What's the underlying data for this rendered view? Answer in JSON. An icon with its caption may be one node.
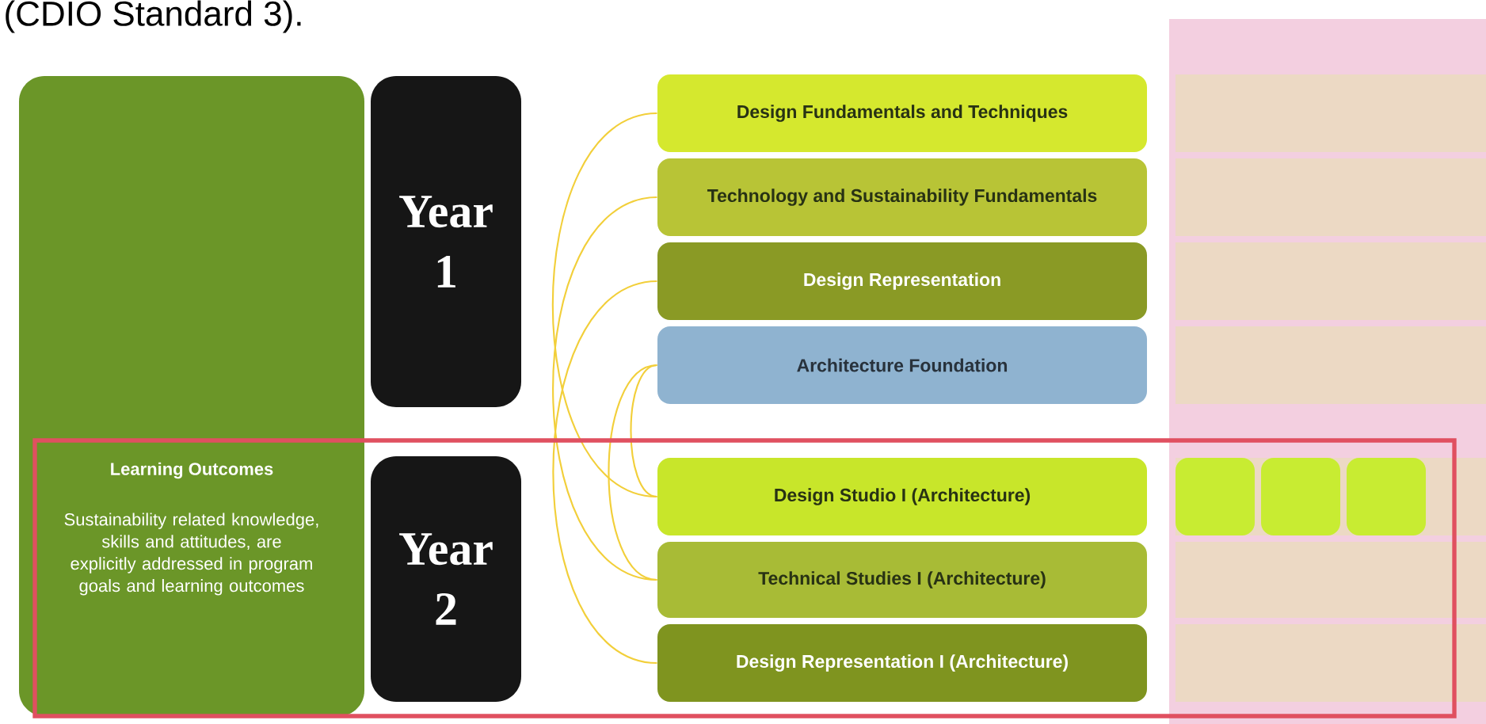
{
  "diagram": {
    "nodes": [
      {
        "text": [
          "Learning Outcomes",
          "Sustainability related knowledge, skills and attitudes, are explicitly addressed in program goals and learning outcomes"
        ]
      },
      {
        "text": [
          "Year 1"
        ]
      },
      {
        "text": [
          "Year 2"
        ]
      },
      {
        "text": [
          "Design Fundamentals and Techniques"
        ]
      },
      {
        "text": [
          "Technology and Sustainability Fundamentals"
        ]
      },
      {
        "text": [
          "Design Representation"
        ]
      },
      {
        "text": [
          "Architecture Foundation"
        ]
      },
      {
        "text": [
          "Design Studio I (Architecture)"
        ]
      },
      {
        "text": [
          "Technical Studies I (Architecture)"
        ]
      },
      {
        "text": [
          "Design Representation I (Architecture)"
        ]
      },
      {
        "text": [],
        "shape": "box"
      },
      {
        "text": [],
        "shape": "box"
      },
      {
        "text": [],
        "shape": "box"
      }
    ],
    "edges": [
      {
        "from": 3,
        "to": 7,
        "arrow": "none",
        "color": "#f2cf3a"
      },
      {
        "from": 4,
        "to": 8,
        "arrow": "none",
        "color": "#f2cf3a"
      },
      {
        "from": 5,
        "to": 9,
        "arrow": "none",
        "color": "#f2cf3a"
      },
      {
        "from": 6,
        "to": 7,
        "arrow": "none",
        "color": "#f2cf3a"
      },
      {
        "from": 6,
        "to": 8,
        "arrow": "none",
        "color": "#f2cf3a"
      }
    ],
    "labels": [
      "(CDIO Standard 3)."
    ]
  }
}
